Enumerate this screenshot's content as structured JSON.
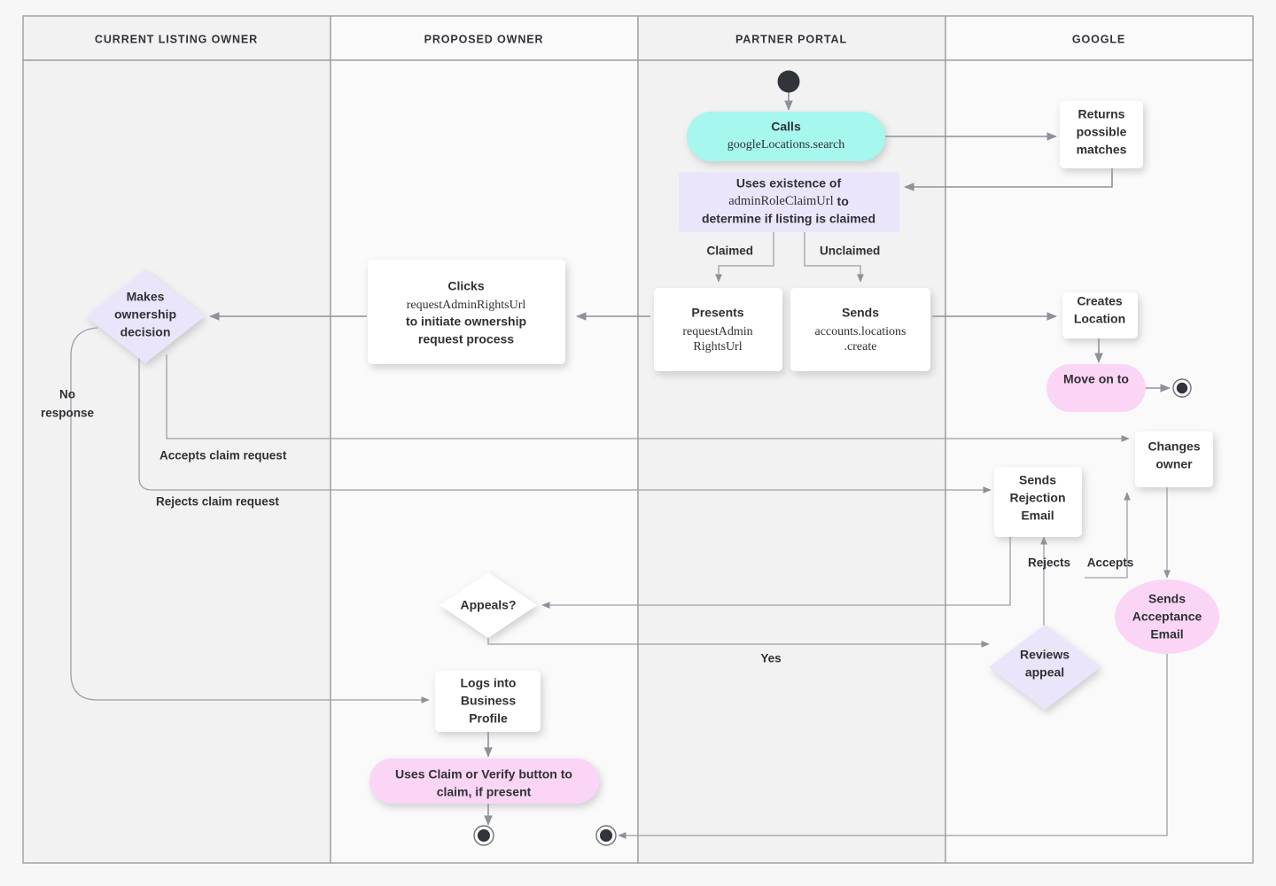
{
  "diagram": {
    "title": "Google Business Profile listing ownership transfer flow",
    "background": "#f7f7f7",
    "colors": {
      "lane_odd": "#f2f2f2",
      "lane_even": "#fafafa",
      "lane_border": "#9e9e9e",
      "edge": "#8e9199",
      "text": "#2f3136",
      "cyan": "#a6f7ee",
      "purple": "#ebe5fb",
      "pink": "#fbd5f5",
      "white": "#ffffff"
    }
  },
  "lanes": [
    {
      "id": "lane-current-listing-owner",
      "label": "CURRENT LISTING OWNER"
    },
    {
      "id": "lane-proposed-owner",
      "label": "PROPOSED OWNER"
    },
    {
      "id": "lane-partner-portal",
      "label": "PARTNER PORTAL"
    },
    {
      "id": "lane-google",
      "label": "GOOGLE"
    }
  ],
  "nodes": {
    "start": {
      "name": "start-node",
      "shape": "filled-circle"
    },
    "calls_search": {
      "name": "calls-google-locations-search",
      "shape": "rounded-pill",
      "fill": "cyan",
      "line1": "Calls",
      "line2": "googleLocations.search"
    },
    "returns_matches": {
      "name": "returns-possible-matches",
      "shape": "rect",
      "fill": "white",
      "lines": [
        "Returns",
        "possible",
        "matches"
      ]
    },
    "uses_existence": {
      "name": "uses-existence-of-adminroleclaimurl",
      "shape": "rect",
      "fill": "purple",
      "line1": "Uses existence of",
      "line2a": "adminRoleClaimUrl",
      "line2b": " to",
      "line3": "determine if listing is claimed"
    },
    "presents_url": {
      "name": "presents-requestadminrightsurl",
      "shape": "rect",
      "fill": "white",
      "line1": "Presents",
      "line2": "requestAdmin",
      "line3": "RightsUrl"
    },
    "sends_create": {
      "name": "sends-accounts-locations-create",
      "shape": "rect",
      "fill": "white",
      "line1": "Sends",
      "line2": "accounts.locations",
      "line3": ".create"
    },
    "clicks_url": {
      "name": "clicks-requestadminrightsurl",
      "shape": "rect",
      "fill": "white",
      "line1": "Clicks",
      "line2": "requestAdminRightsUrl",
      "line3": "to initiate ownership",
      "line4": "request process"
    },
    "makes_decision": {
      "name": "makes-ownership-decision",
      "shape": "diamond",
      "fill": "purple",
      "lines": [
        "Makes",
        "ownership",
        "decision"
      ]
    },
    "creates_location": {
      "name": "creates-location",
      "shape": "rect",
      "fill": "white",
      "lines": [
        "Creates",
        "Location"
      ]
    },
    "move_on_to": {
      "name": "move-on-to",
      "shape": "rounded-pill",
      "fill": "pink",
      "label": "Move on to"
    },
    "end_google_top": {
      "name": "end-node-google-top",
      "shape": "end-circle"
    },
    "changes_owner": {
      "name": "changes-owner",
      "shape": "rect",
      "fill": "white",
      "lines": [
        "Changes",
        "owner"
      ]
    },
    "sends_rejection": {
      "name": "sends-rejection-email",
      "shape": "rect",
      "fill": "white",
      "lines": [
        "Sends",
        "Rejection",
        "Email"
      ]
    },
    "sends_acceptance": {
      "name": "sends-acceptance-email",
      "shape": "ellipse",
      "fill": "pink",
      "lines": [
        "Sends",
        "Acceptance",
        "Email"
      ]
    },
    "appeals": {
      "name": "appeals-decision",
      "shape": "diamond",
      "fill": "white",
      "label": "Appeals?"
    },
    "reviews_appeal": {
      "name": "reviews-appeal",
      "shape": "diamond",
      "fill": "purple",
      "lines": [
        "Reviews",
        "appeal"
      ]
    },
    "logs_into": {
      "name": "logs-into-business-profile",
      "shape": "rect",
      "fill": "white",
      "lines": [
        "Logs into",
        "Business",
        "Profile"
      ]
    },
    "uses_claim_verify": {
      "name": "uses-claim-or-verify-button",
      "shape": "rounded-pill",
      "fill": "pink",
      "line1": "Uses Claim or Verify button to",
      "line2": "claim, if present"
    },
    "end_proposed": {
      "name": "end-node-proposed-owner",
      "shape": "end-circle"
    },
    "end_partner": {
      "name": "end-node-partner-portal",
      "shape": "end-circle"
    }
  },
  "edge_labels": {
    "claimed": "Claimed",
    "unclaimed": "Unclaimed",
    "no_response": {
      "line1": "No",
      "line2": "response"
    },
    "accepts_claim": "Accepts claim request",
    "rejects_claim": "Rejects claim request",
    "rejects": "Rejects",
    "accepts": "Accepts",
    "yes": "Yes"
  }
}
